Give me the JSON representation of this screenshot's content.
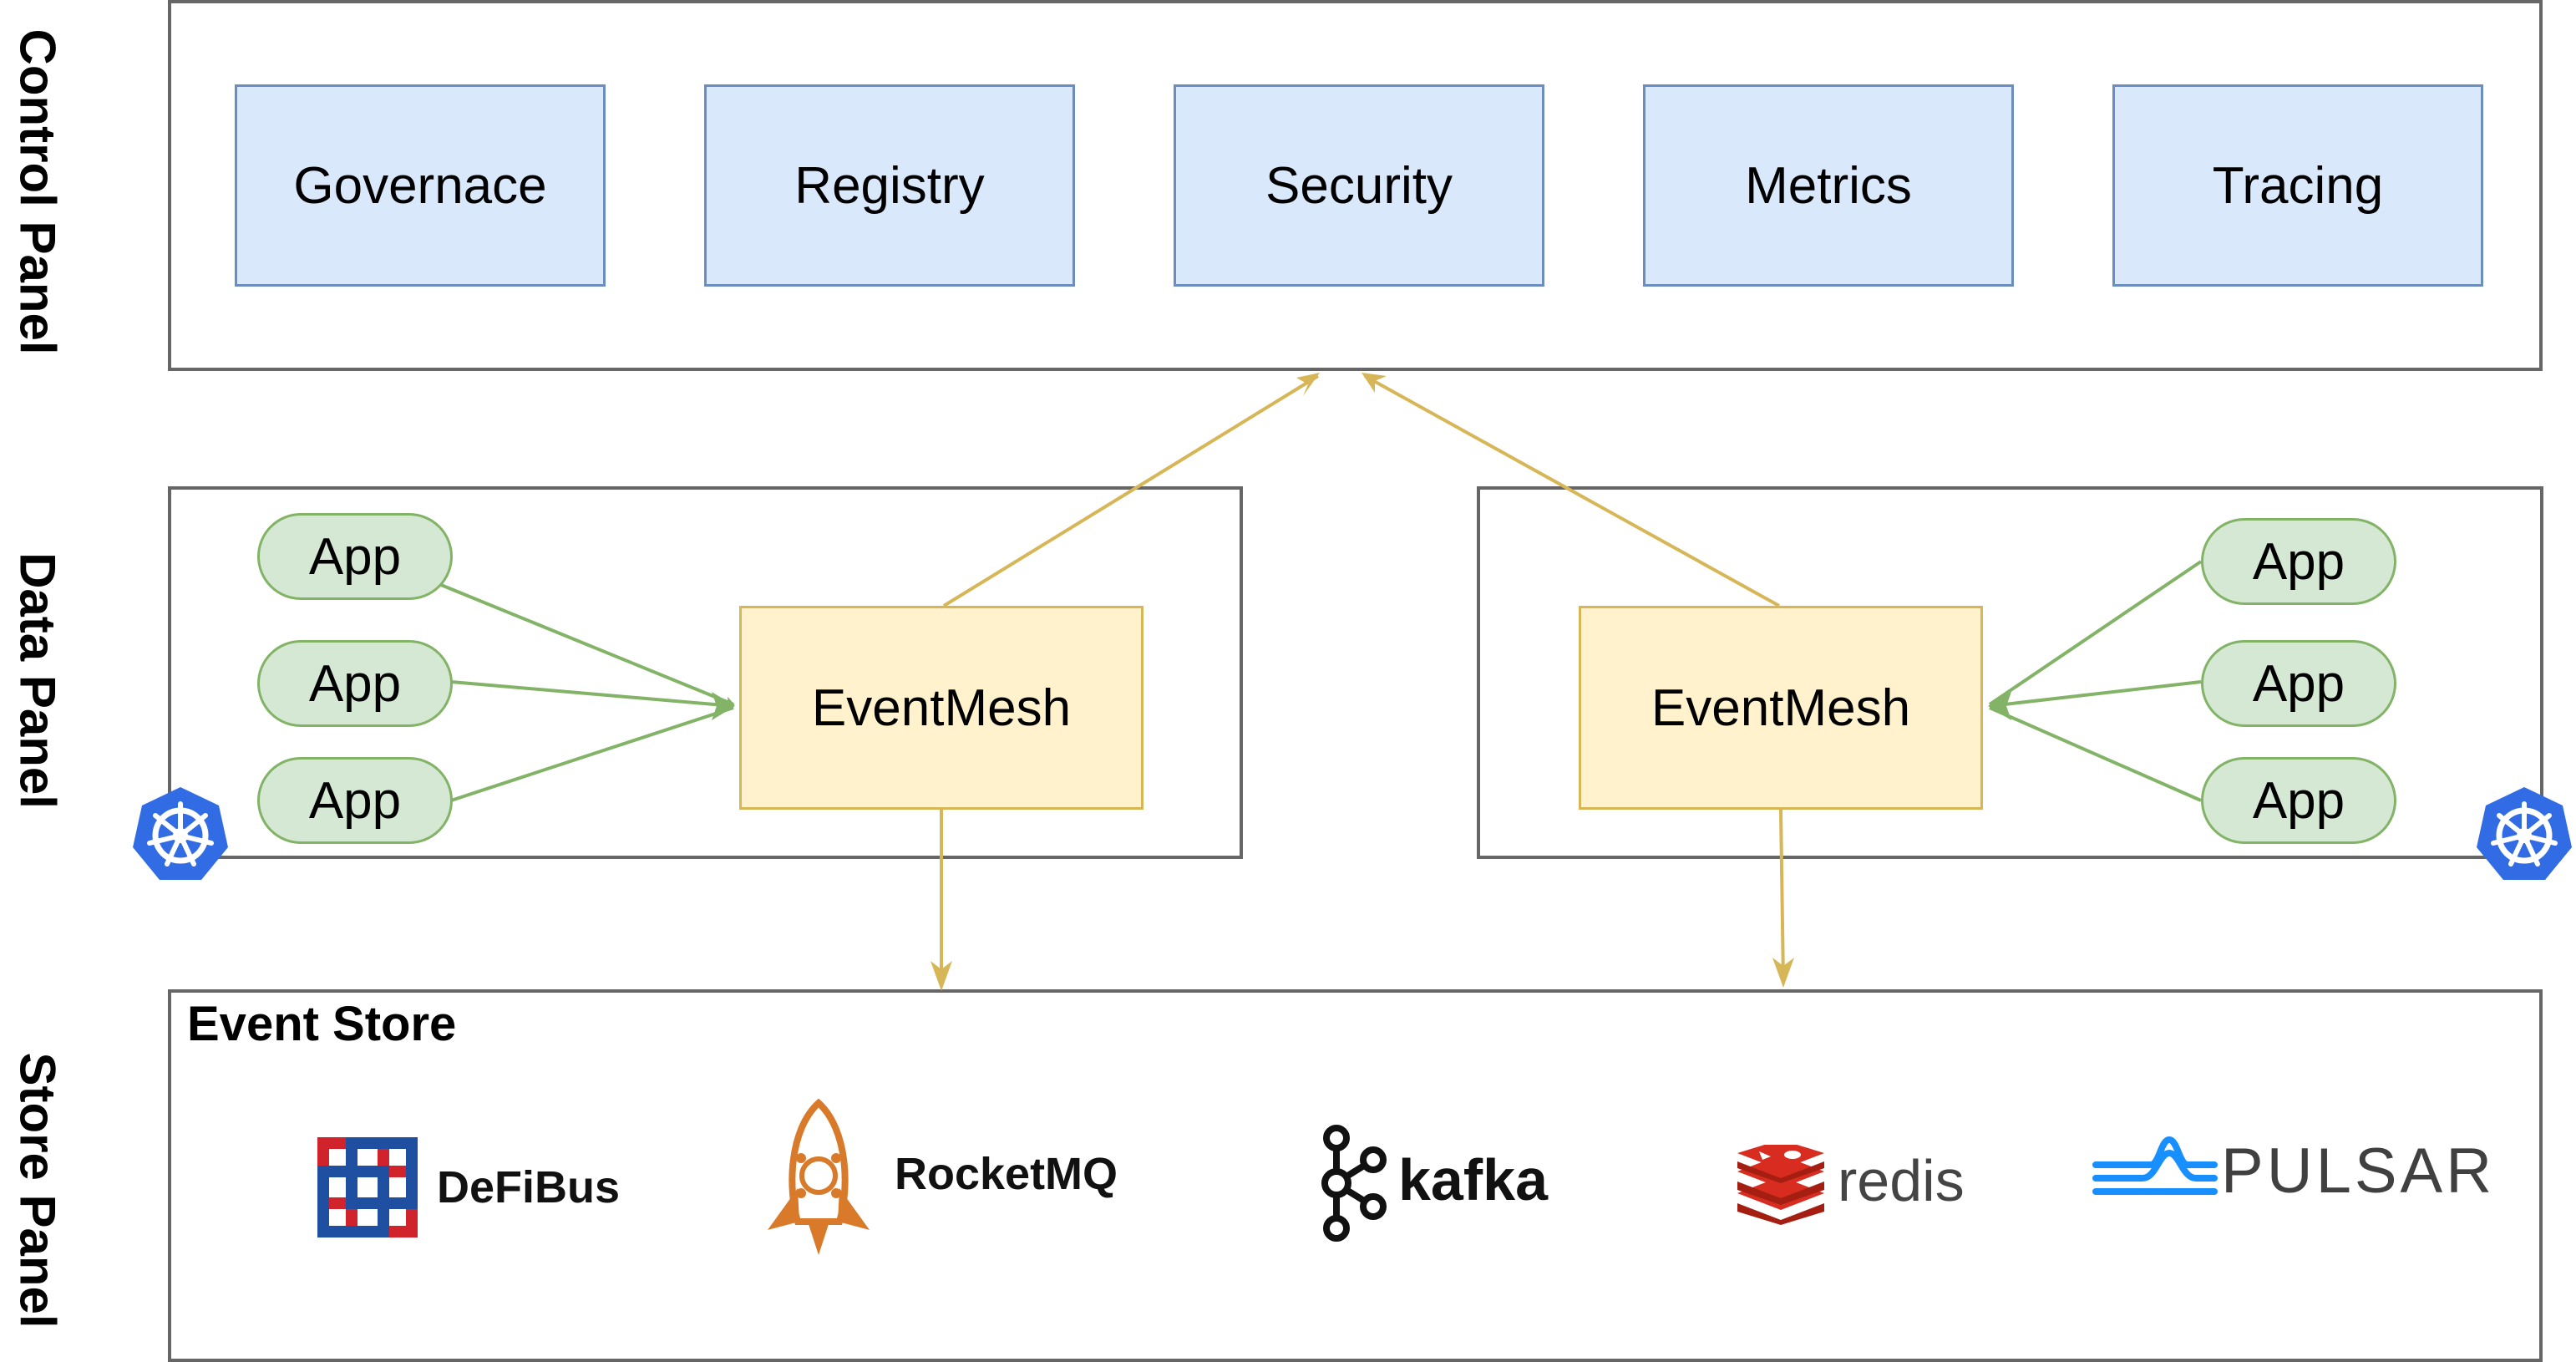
{
  "panels": {
    "control": "Control Panel",
    "data": "Data Panel",
    "store": "Store Panel"
  },
  "control_components": [
    "Governace",
    "Registry",
    "Security",
    "Metrics",
    "Tracing"
  ],
  "data_left": {
    "apps": [
      "App",
      "App",
      "App"
    ],
    "mesh": "EventMesh"
  },
  "data_right": {
    "apps": [
      "App",
      "App",
      "App"
    ],
    "mesh": "EventMesh"
  },
  "event_store": {
    "title": "Event Store",
    "backends": [
      "DeFiBus",
      "RocketMQ",
      "kafka",
      "redis",
      "PULSAR"
    ]
  },
  "icons": {
    "cluster": "kubernetes-icon",
    "defibus": "defibus-logo-icon",
    "rocketmq": "rocketmq-logo-icon",
    "kafka": "kafka-logo-icon",
    "redis": "redis-logo-icon",
    "pulsar": "pulsar-logo-icon"
  },
  "colors": {
    "component_fill": "#dae8fc",
    "component_border": "#6c8ebf",
    "app_fill": "#d5e8d4",
    "app_border": "#82b366",
    "mesh_fill": "#fff2cc",
    "mesh_border": "#d6b656",
    "app_arrow": "#82b366",
    "mesh_arrow": "#d6b656",
    "kubernetes": "#326ce5"
  }
}
